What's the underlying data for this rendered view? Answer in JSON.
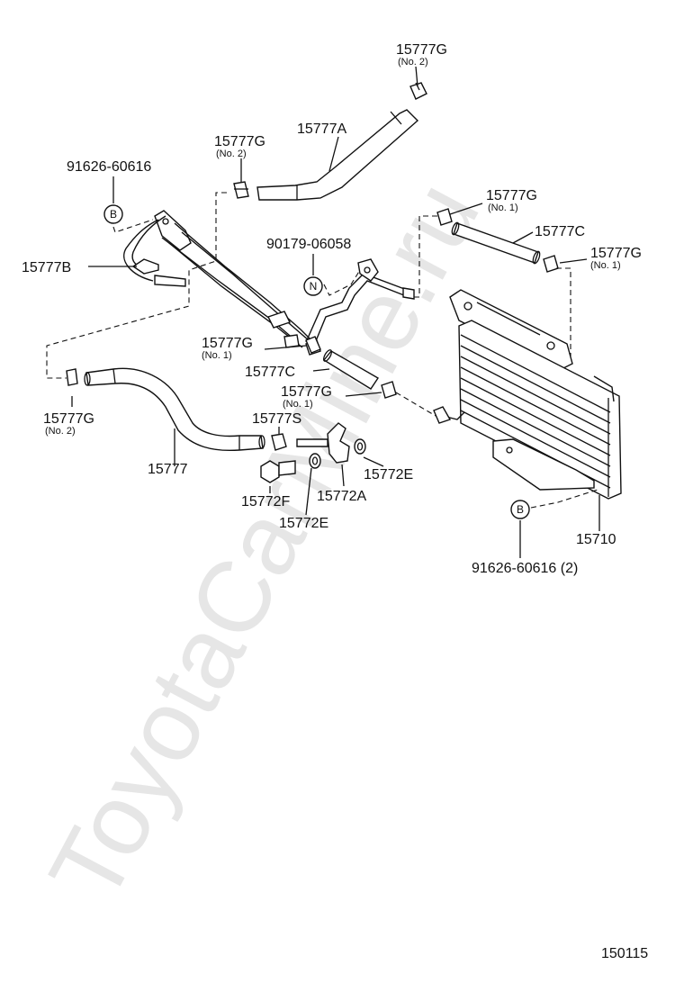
{
  "watermark": "ToyotaCarMine.ru",
  "reference_number": "150115",
  "parts": {
    "p_15777G_top": {
      "code": "15777G",
      "note": "(No. 2)"
    },
    "p_15777A": {
      "code": "15777A"
    },
    "p_15777G_left": {
      "code": "15777G",
      "note": "(No. 2)"
    },
    "p_91626_top": {
      "code": "91626-60616"
    },
    "p_15777B": {
      "code": "15777B"
    },
    "p_90179": {
      "code": "90179-06058"
    },
    "p_15777G_r1": {
      "code": "15777G",
      "note": "(No. 1)"
    },
    "p_15777C_r": {
      "code": "15777C"
    },
    "p_15777G_r2": {
      "code": "15777G",
      "note": "(No. 1)"
    },
    "p_15777G_mid": {
      "code": "15777G",
      "note": "(No. 1)"
    },
    "p_15777C_mid": {
      "code": "15777C"
    },
    "p_15777G_mid2": {
      "code": "15777G",
      "note": "(No. 1)"
    },
    "p_15777G_bl": {
      "code": "15777G",
      "note": "(No. 2)"
    },
    "p_15777S": {
      "code": "15777S"
    },
    "p_15777": {
      "code": "15777"
    },
    "p_15772E_r": {
      "code": "15772E"
    },
    "p_15772F": {
      "code": "15772F"
    },
    "p_15772A": {
      "code": "15772A"
    },
    "p_15772E_b": {
      "code": "15772E"
    },
    "p_15710": {
      "code": "15710"
    },
    "p_91626_bot": {
      "code": "91626-60616 (2)"
    }
  },
  "markers": {
    "b_top": "B",
    "n_mid": "N",
    "b_bottom": "B"
  }
}
